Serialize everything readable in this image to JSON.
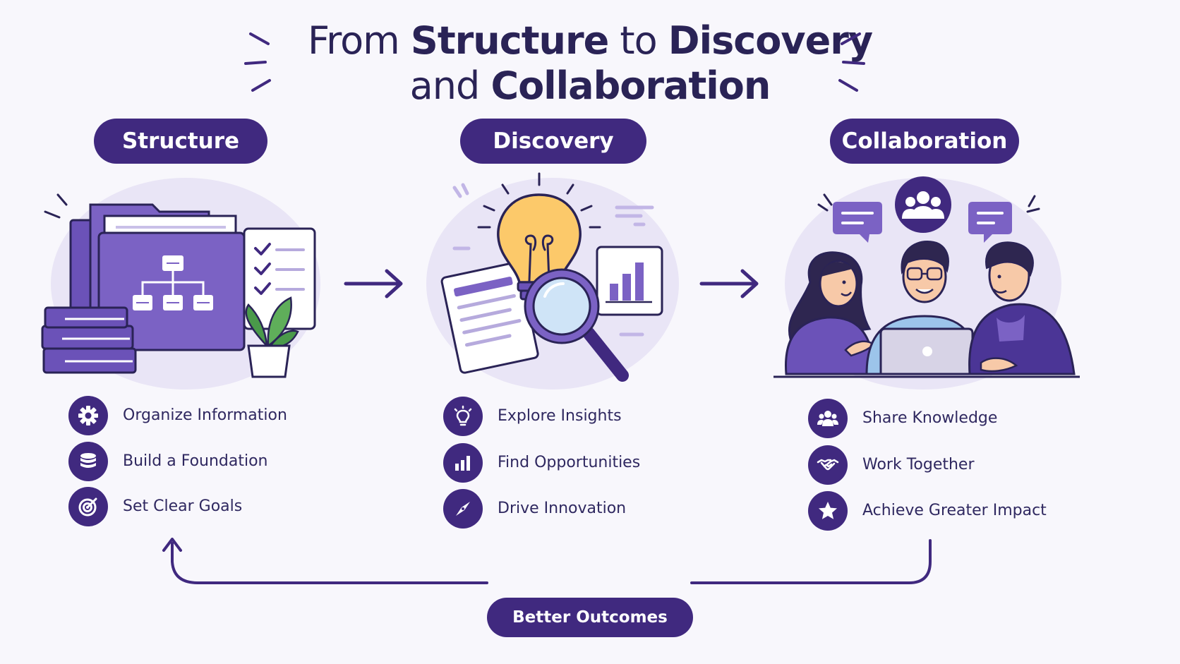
{
  "title": {
    "line1_prefix": "From ",
    "line1_bold1": "Structure",
    "line1_mid": " to ",
    "line1_bold2": "Discovery",
    "line2_prefix": "and ",
    "line2_bold": "Collaboration"
  },
  "columns": [
    {
      "heading": "Structure",
      "items": [
        {
          "icon": "gear-icon",
          "label": "Organize Information"
        },
        {
          "icon": "database-icon",
          "label": "Build a Foundation"
        },
        {
          "icon": "target-icon",
          "label": "Set Clear Goals"
        }
      ]
    },
    {
      "heading": "Discovery",
      "items": [
        {
          "icon": "lightbulb-icon",
          "label": "Explore Insights"
        },
        {
          "icon": "bar-chart-icon",
          "label": "Find Opportunities"
        },
        {
          "icon": "compass-icon",
          "label": "Drive Innovation"
        }
      ]
    },
    {
      "heading": "Collaboration",
      "items": [
        {
          "icon": "people-icon",
          "label": "Share Knowledge"
        },
        {
          "icon": "handshake-icon",
          "label": "Work Together"
        },
        {
          "icon": "star-icon",
          "label": "Achieve Greater Impact"
        }
      ]
    }
  ],
  "footer": {
    "label": "Better Outcomes"
  },
  "colors": {
    "primary": "#40297f",
    "accent_purple": "#7b62c4",
    "light_bg": "#e9e5f6",
    "bulb_yellow": "#fcc96a",
    "leaf_green": "#4a9a4a"
  }
}
